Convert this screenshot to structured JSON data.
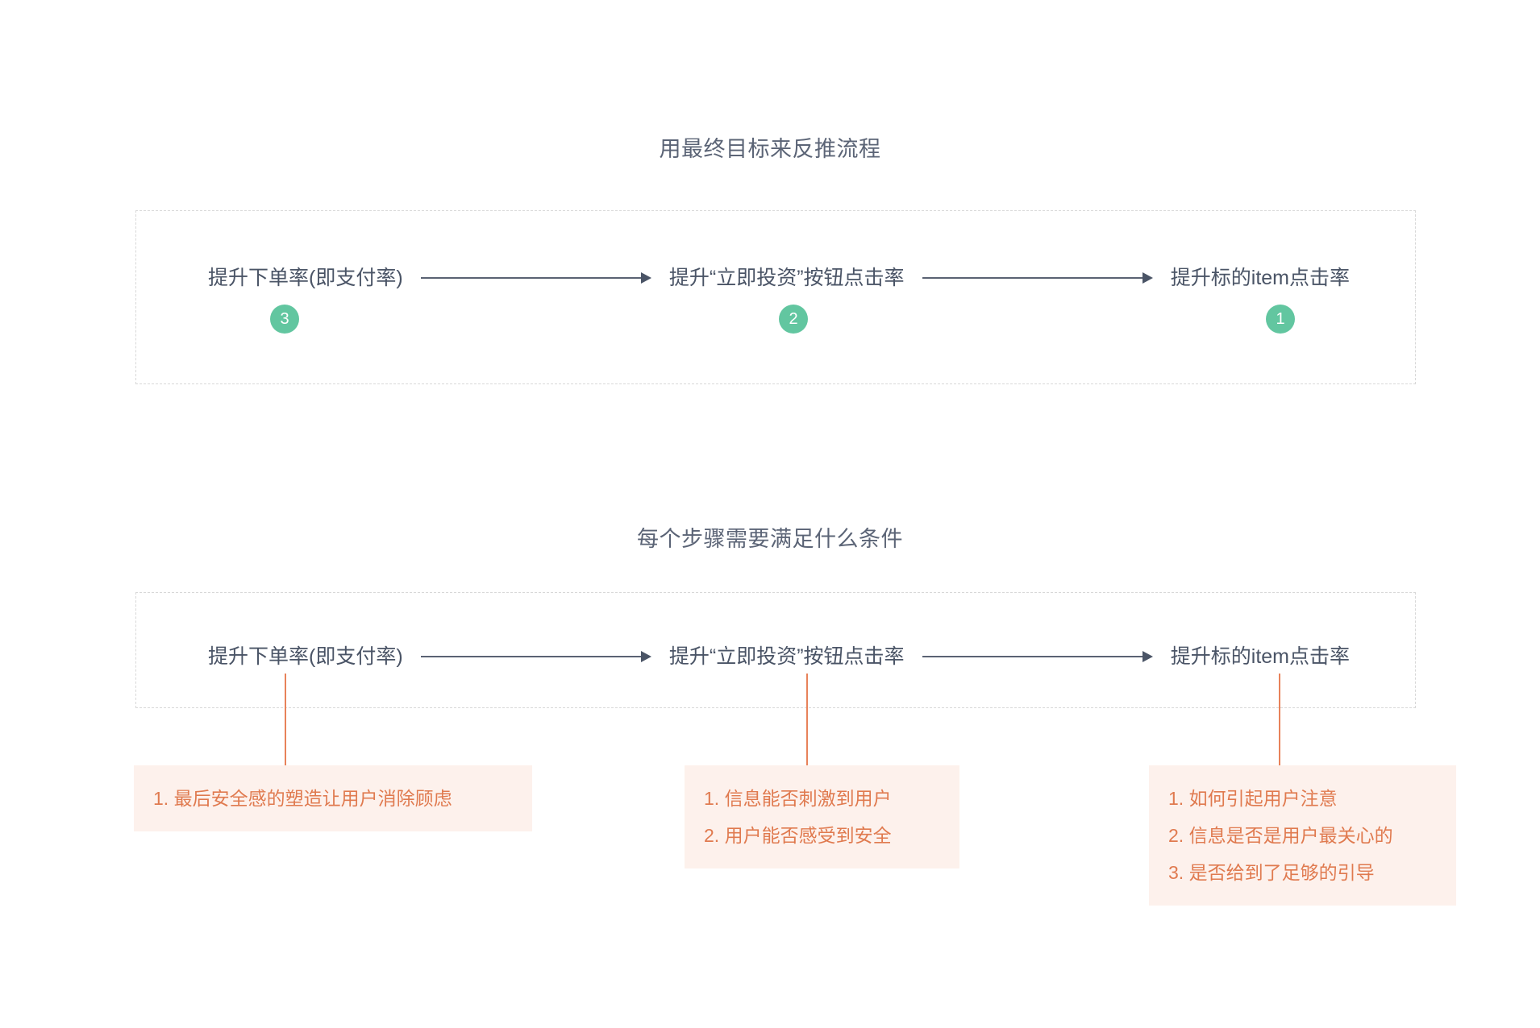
{
  "sections": [
    {
      "title": "用最终目标来反推流程",
      "flow": {
        "nodes": [
          {
            "label": "提升下单率(即支付率)",
            "step": "3"
          },
          {
            "label": "提升“立即投资”按钮点击率",
            "step": "2"
          },
          {
            "label": "提升标的item点击率",
            "step": "1"
          }
        ],
        "arrow_icon": "arrow-right-icon"
      }
    },
    {
      "title": "每个步骤需要满足什么条件",
      "flow": {
        "nodes": [
          {
            "label": "提升下单率(即支付率)"
          },
          {
            "label": "提升“立即投资”按钮点击率"
          },
          {
            "label": "提升标的item点击率"
          }
        ],
        "arrow_icon": "arrow-right-icon"
      },
      "conditions": [
        {
          "items": [
            "1. 最后安全感的塑造让用户消除顾虑"
          ]
        },
        {
          "items": [
            "1. 信息能否刺激到用户",
            "2. 用户能否感受到安全"
          ]
        },
        {
          "items": [
            "1. 如何引起用户注意",
            "2. 信息是否是用户最关心的",
            "3. 是否给到了足够的引导"
          ]
        }
      ]
    }
  ],
  "colors": {
    "background": "#ffffff",
    "title_text": "#5b6476",
    "node_text": "#4a5466",
    "arrow": "#4a5466",
    "dashed_border": "#d8d8d8",
    "badge_fill": "#62c6a0",
    "badge_text": "#ffffff",
    "condition_card_bg": "#fdf1ec",
    "condition_text": "#e07a4f",
    "drop_line": "#e8825a"
  }
}
